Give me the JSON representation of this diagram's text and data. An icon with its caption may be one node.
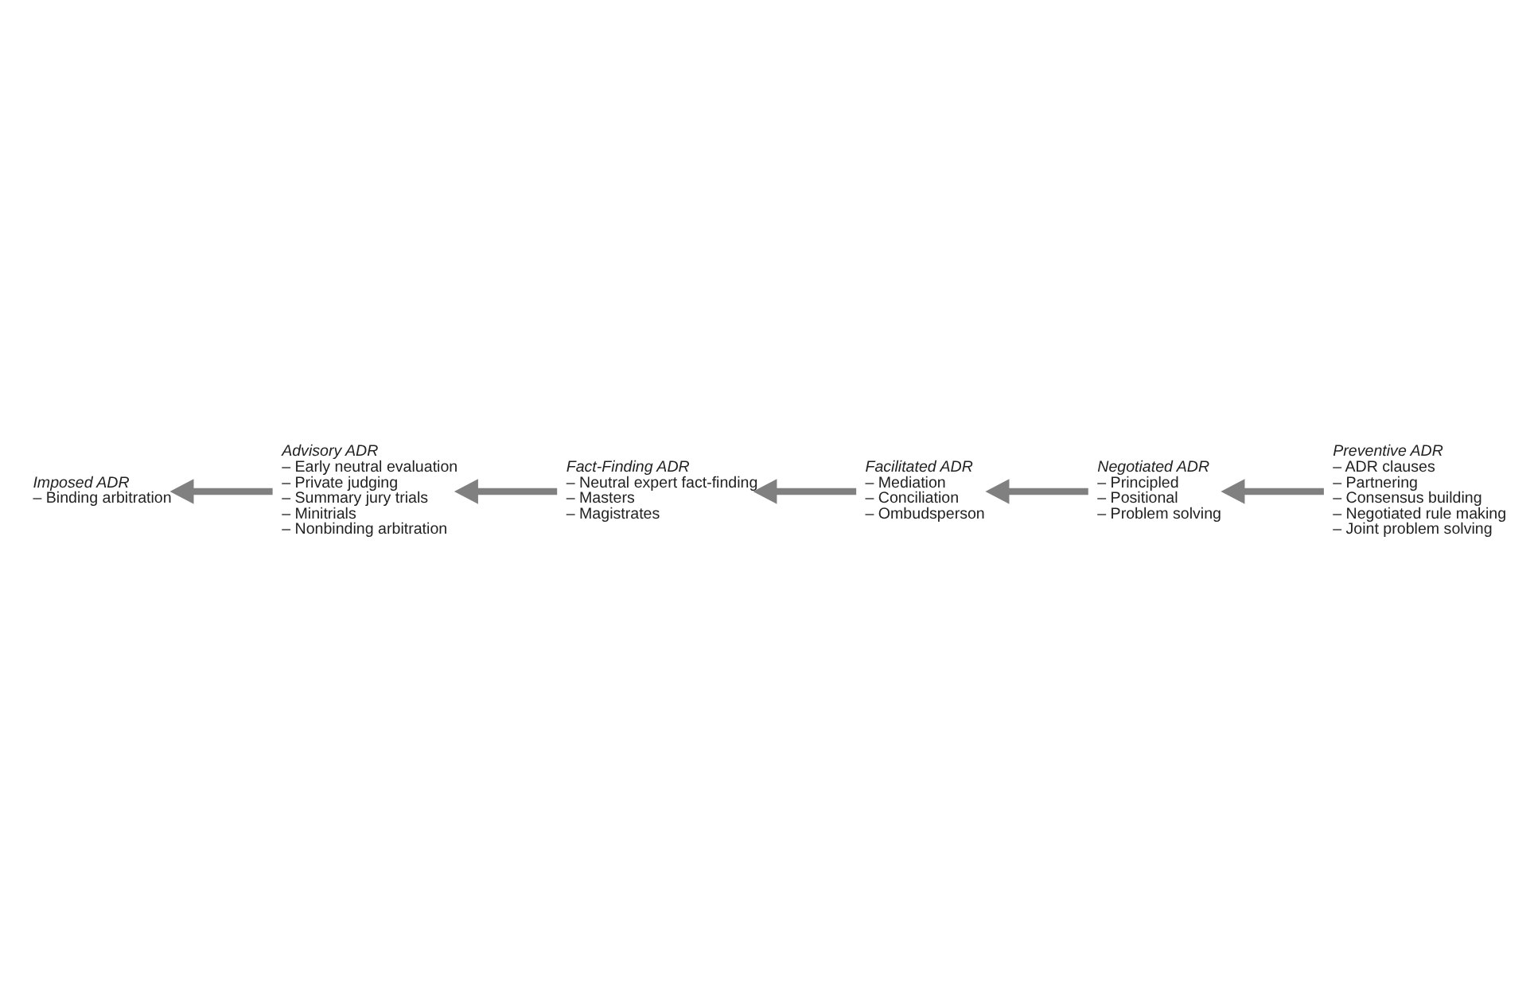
{
  "diagram": {
    "nodes": [
      {
        "text": [
          "Imposed ADR",
          "– Binding arbitration"
        ]
      },
      {
        "text": [
          "Preventive ADR",
          "– ADR clauses",
          "– Partnering",
          "– Consensus building",
          "– Negotiated rule making",
          "– Joint problem solving"
        ]
      },
      {
        "text": [
          "Advisory ADR",
          "– Early neutral evaluation",
          "– Private judging",
          "– Summary jury trials",
          "– Minitrials",
          "– Nonbinding arbitration"
        ]
      },
      {
        "text": [
          "Negotiated ADR",
          "– Principled",
          "– Positional",
          "– Problem solving"
        ]
      },
      {
        "text": [
          "Fact-Finding ADR",
          "– Neutral expert fact-finding",
          "– Masters",
          "– Magistrates"
        ]
      },
      {
        "text": [
          "Facilitated ADR",
          "– Mediation",
          "– Conciliation",
          "– Ombudsperson"
        ]
      }
    ],
    "edges": [
      {
        "from": 1,
        "to": 3,
        "arrow": "to"
      },
      {
        "from": 3,
        "to": 5,
        "arrow": "to"
      },
      {
        "from": 5,
        "to": 4,
        "arrow": "to"
      },
      {
        "from": 4,
        "to": 2,
        "arrow": "to"
      },
      {
        "from": 2,
        "to": 0,
        "arrow": "to"
      }
    ]
  }
}
